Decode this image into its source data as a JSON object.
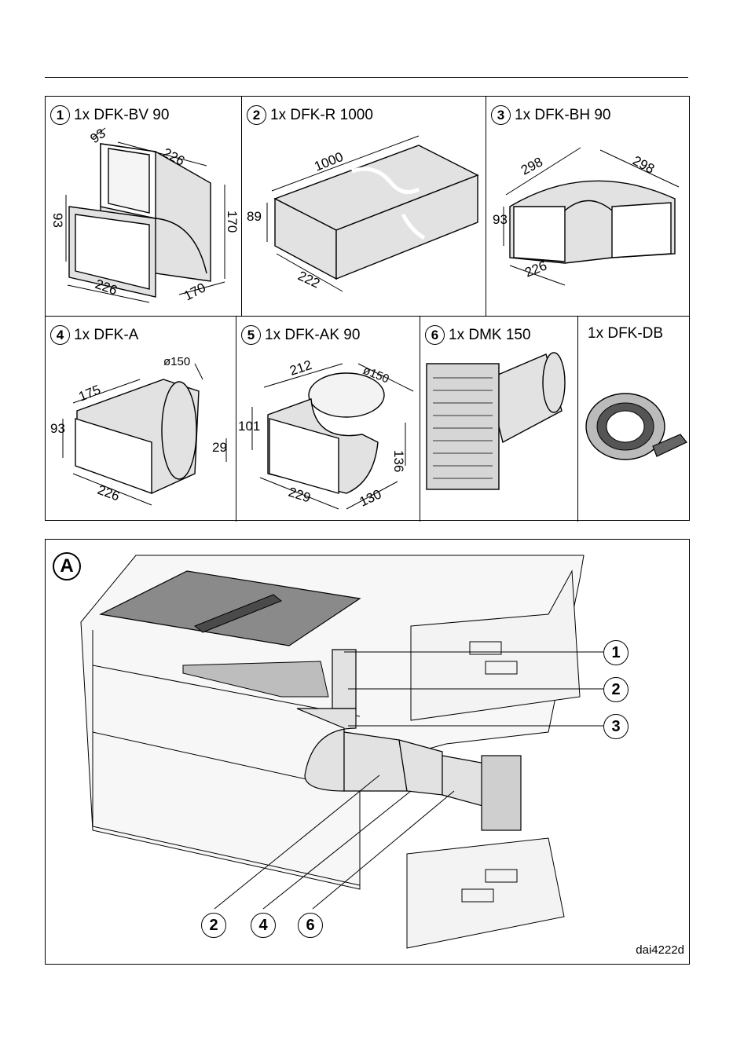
{
  "parts": [
    {
      "num": "1",
      "label": "1x DFK-BV 90",
      "dims": [
        "93",
        "226",
        "93",
        "170",
        "226",
        "170"
      ]
    },
    {
      "num": "2",
      "label": "1x DFK-R 1000",
      "dims": [
        "1000",
        "89",
        "222"
      ]
    },
    {
      "num": "3",
      "label": "1x DFK-BH 90",
      "dims": [
        "298",
        "298",
        "93",
        "226"
      ]
    },
    {
      "num": "4",
      "label": "1x DFK-A",
      "dims": [
        "175",
        "ø150",
        "93",
        "29",
        "226"
      ]
    },
    {
      "num": "5",
      "label": "1x DFK-AK 90",
      "dims": [
        "212",
        "ø150",
        "101",
        "136",
        "229",
        "130"
      ]
    },
    {
      "num": "6",
      "label": "1x DMK 150",
      "dims": []
    },
    {
      "num": "",
      "label": "1x DFK-DB",
      "dims": []
    }
  ],
  "assembly": {
    "label": "A",
    "callouts_right": [
      "1",
      "2",
      "3"
    ],
    "callouts_bottom": [
      "2",
      "4",
      "6"
    ],
    "code": "dai4222d"
  }
}
